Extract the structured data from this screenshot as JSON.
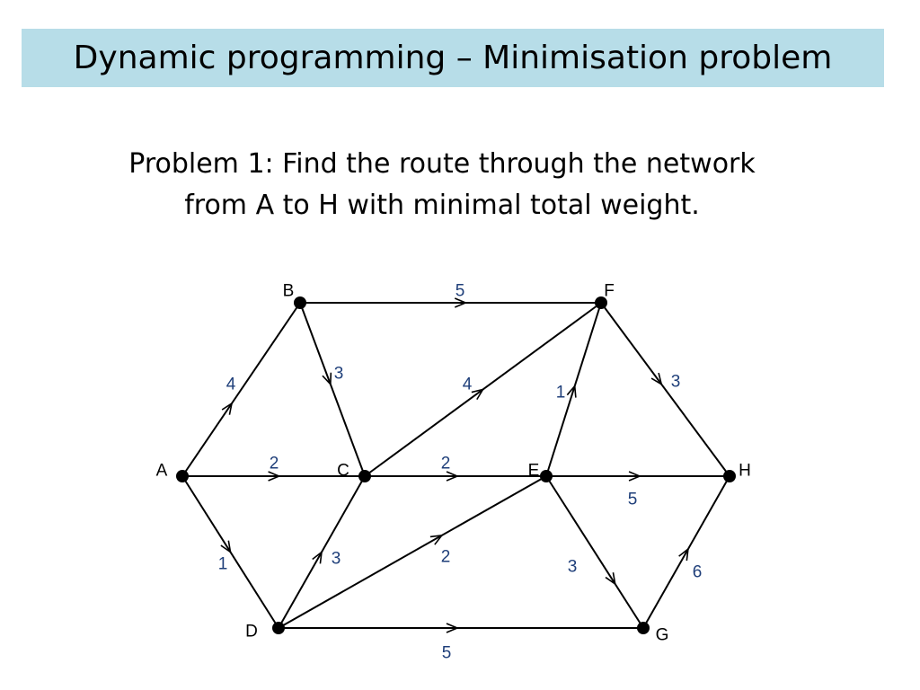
{
  "title": "Dynamic programming – Minimisation problem",
  "problem": {
    "line1": "Problem 1: Find the route through the network",
    "line2": "from A to H with minimal total weight."
  },
  "colors": {
    "title_bar": "#b7dde8",
    "edge": "#000000",
    "node": "#000000",
    "weight_text": "#1f3f7a"
  },
  "network": {
    "nodes": [
      {
        "id": "A",
        "label": "A"
      },
      {
        "id": "B",
        "label": "B"
      },
      {
        "id": "C",
        "label": "C"
      },
      {
        "id": "D",
        "label": "D"
      },
      {
        "id": "E",
        "label": "E"
      },
      {
        "id": "F",
        "label": "F"
      },
      {
        "id": "G",
        "label": "G"
      },
      {
        "id": "H",
        "label": "H"
      }
    ],
    "edges": [
      {
        "from": "A",
        "to": "B",
        "weight": "4"
      },
      {
        "from": "A",
        "to": "C",
        "weight": "2"
      },
      {
        "from": "A",
        "to": "D",
        "weight": "1"
      },
      {
        "from": "B",
        "to": "F",
        "weight": "5"
      },
      {
        "from": "B",
        "to": "C",
        "weight": "3"
      },
      {
        "from": "C",
        "to": "F",
        "weight": "4"
      },
      {
        "from": "C",
        "to": "E",
        "weight": "2"
      },
      {
        "from": "D",
        "to": "C",
        "weight": "3"
      },
      {
        "from": "D",
        "to": "E",
        "weight": "2"
      },
      {
        "from": "D",
        "to": "G",
        "weight": "5"
      },
      {
        "from": "E",
        "to": "F",
        "weight": "1"
      },
      {
        "from": "E",
        "to": "H",
        "weight": "5"
      },
      {
        "from": "E",
        "to": "G",
        "weight": "3"
      },
      {
        "from": "F",
        "to": "H",
        "weight": "3"
      },
      {
        "from": "G",
        "to": "H",
        "weight": "6"
      }
    ]
  }
}
